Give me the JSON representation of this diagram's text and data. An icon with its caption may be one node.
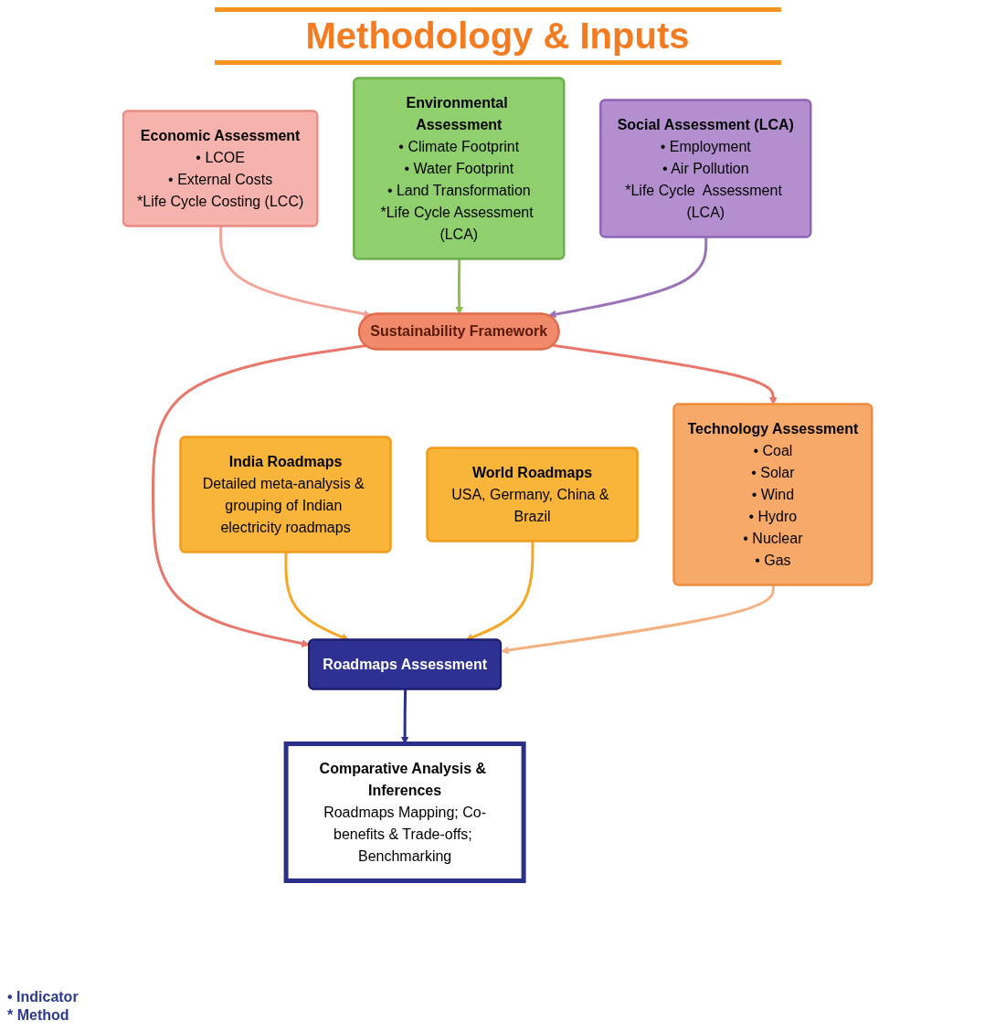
{
  "diagram": {
    "title": "Methodology & Inputs",
    "nodes": [
      {
        "text": [
          "Economic Assessment",
          "• LCOE",
          "• External Costs",
          "*Life Cycle Costing (LCC)"
        ]
      },
      {
        "text": [
          "Environmental Assessment",
          "• Climate Footprint",
          "• Water Footprint",
          "• Land Transformation",
          "*Life Cycle Assessment (LCA)"
        ]
      },
      {
        "text": [
          "Social Assessment (LCA)",
          "• Employment",
          "• Air Pollution",
          "*Life Cycle  Assessment (LCA)"
        ]
      },
      {
        "text": [
          "Sustainability Framework"
        ]
      },
      {
        "text": [
          "Technology Assessment",
          "• Coal",
          "• Solar",
          "• Wind",
          "• Hydro",
          "• Nuclear",
          "• Gas"
        ]
      },
      {
        "text": [
          "India Roadmaps",
          "Detailed meta-analysis & grouping of Indian electricity roadmaps"
        ]
      },
      {
        "text": [
          "World Roadmaps",
          "USA, Germany, China & Brazil"
        ]
      },
      {
        "text": [
          "Roadmaps Assessment"
        ]
      },
      {
        "text": [
          "Comparative Analysis & Inferences",
          "Roadmaps Mapping; Co-benefits & Trade-offs; Benchmarking"
        ]
      }
    ],
    "edges": [
      {
        "from": 0,
        "to": 3,
        "arrow": "to",
        "color": "#f4a59a"
      },
      {
        "from": 1,
        "to": 3,
        "arrow": "to",
        "color": "#8dc04e"
      },
      {
        "from": 2,
        "to": 3,
        "arrow": "to",
        "color": "#9b72b8"
      },
      {
        "from": 3,
        "to": 4,
        "arrow": "to",
        "color": "#e8766a"
      },
      {
        "from": 3,
        "to": 7,
        "arrow": "to",
        "color": "#e8766a"
      },
      {
        "from": 5,
        "to": 7,
        "arrow": "to",
        "color": "#f5a623"
      },
      {
        "from": 6,
        "to": 7,
        "arrow": "to",
        "color": "#f5a623"
      },
      {
        "from": 4,
        "to": 7,
        "arrow": "to",
        "color": "#f5b080"
      },
      {
        "from": 7,
        "to": 8,
        "arrow": "to",
        "color": "#2b2f8a"
      }
    ],
    "labels": [
      "• Indicator",
      "* Method"
    ]
  }
}
